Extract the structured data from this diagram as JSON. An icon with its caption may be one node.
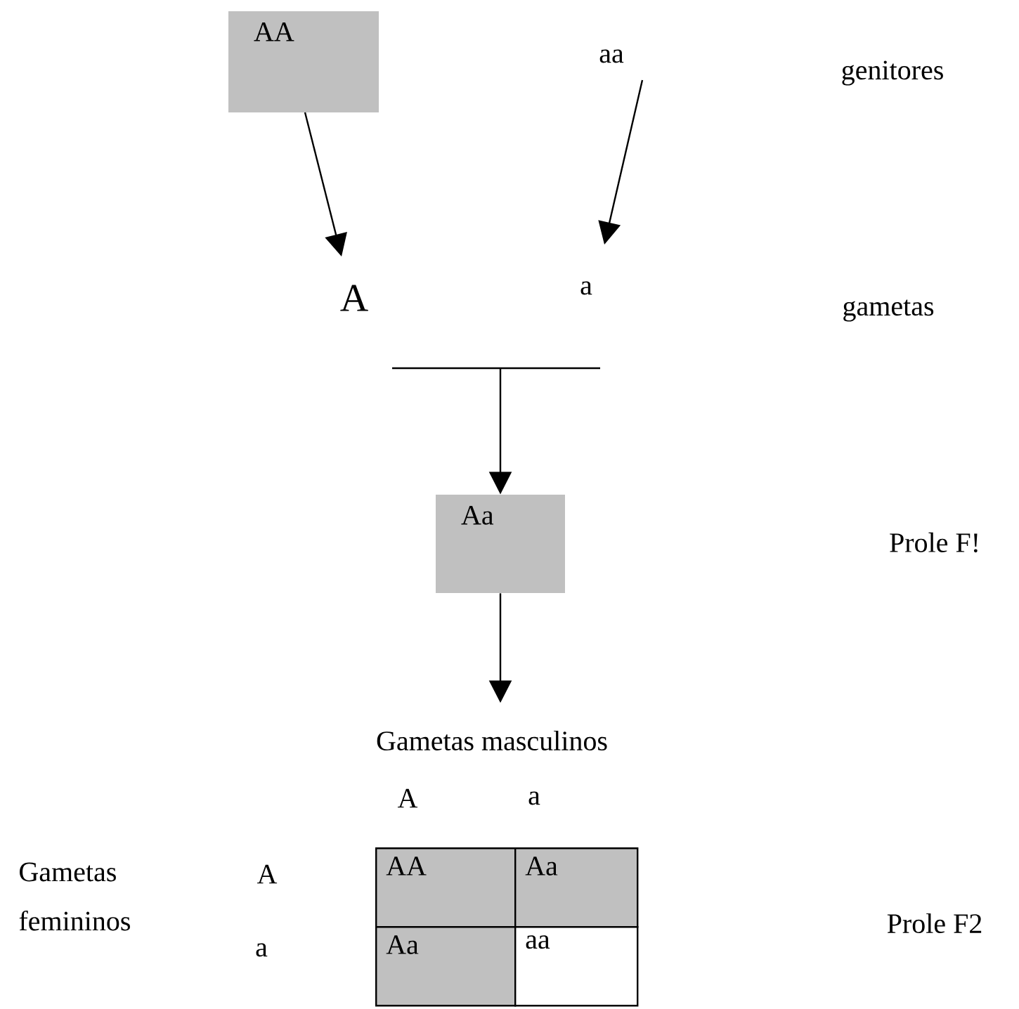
{
  "diagram": {
    "nodes": [
      {
        "text": [
          "AA"
        ]
      },
      {
        "text": [
          "aa"
        ]
      },
      {
        "text": [
          "A"
        ]
      },
      {
        "text": [
          "a"
        ]
      },
      {
        "text": [
          "Aa"
        ]
      }
    ],
    "edges": [
      {
        "from": 0,
        "to": 2,
        "arrow": "to"
      },
      {
        "from": 1,
        "to": 3,
        "arrow": "to"
      },
      {
        "from": 2,
        "to": 4,
        "arrow": "to"
      },
      {
        "from": 3,
        "to": 4,
        "arrow": "to"
      },
      {
        "from": 4,
        "to": null,
        "arrow": "to"
      }
    ],
    "labels": [
      "genitores",
      "gametas",
      "Prole F!",
      "Gametas masculinos",
      "A",
      "a",
      "Gametas femininos",
      "A",
      "AA",
      "Aa",
      "a",
      "Aa",
      "aa",
      "Prole F2"
    ]
  }
}
